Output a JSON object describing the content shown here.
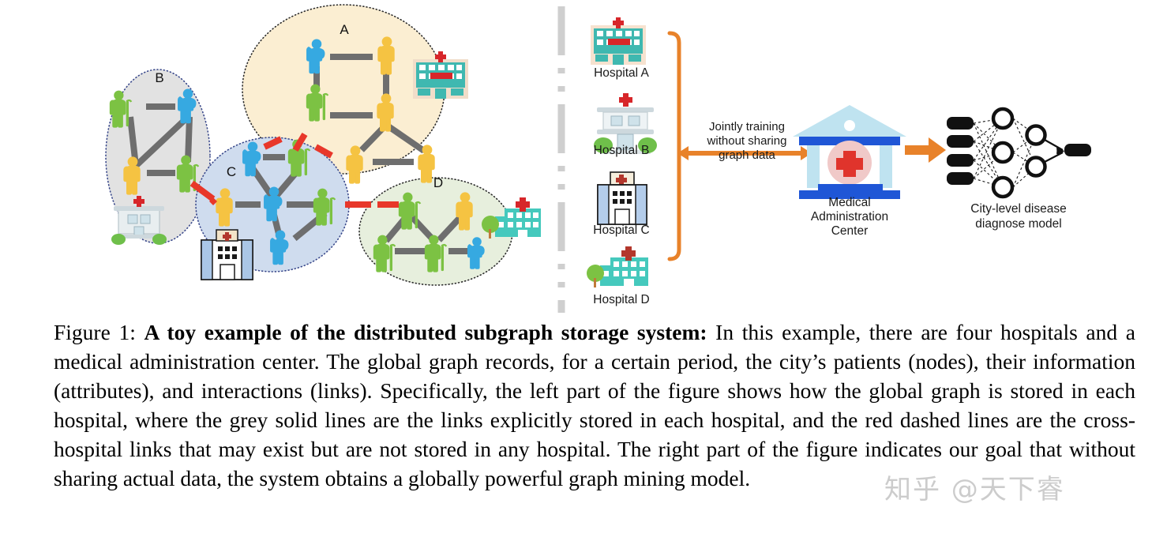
{
  "figure": {
    "caption_prefix": "Figure 1: ",
    "caption_bold": "A toy example of the distributed subgraph storage system:",
    "caption_body": " In this example, there are four hospitals and a medical administration center. The global graph records, for a certain period, the city’s patients (nodes), their information (attributes), and interactions (links). Specifically, the left part of the figure shows how the global graph is stored in each hospital, where the grey solid lines are the links explicitly stored in each hospital, and the red dashed lines are the cross-hospital links that may exist but are not stored in any hospital. The right part of the figure indicates our goal that without sharing actual data, the system obtains a globally powerful graph mining model."
  },
  "watermark": {
    "text": "知乎 @天下睿"
  },
  "left_panel": {
    "clusters": [
      {
        "id": "A",
        "label": "A",
        "fill": "#fbeed2",
        "stroke": "#2f2f2f"
      },
      {
        "id": "B",
        "label": "B",
        "fill": "#e0e0e0",
        "stroke": "#3b4a8c"
      },
      {
        "id": "C",
        "label": "C",
        "fill": "#cfdcee",
        "stroke": "#3b4a8c"
      },
      {
        "id": "D",
        "label": "D",
        "fill": "#e6efdc",
        "stroke": "#3b4a8c"
      }
    ],
    "legend_meaning": {
      "grey_solid_line": "intra-hospital link stored in hospital",
      "red_dashed_line": "cross-hospital link not stored anywhere"
    },
    "colors": {
      "grey_link": "#6e6e6e",
      "red_link": "#e8372a",
      "person_yellow": "#f5c342",
      "person_green": "#7cc243",
      "person_blue": "#36a9e1"
    }
  },
  "right_panel": {
    "hospitals": [
      {
        "name": "Hospital A",
        "icon": "hospital-building-icon",
        "color": "#3fb8b0"
      },
      {
        "name": "Hospital B",
        "icon": "hospital-building-icon",
        "color": "#b9d3d6"
      },
      {
        "name": "Hospital C",
        "icon": "hospital-building-icon",
        "color": "#9fc3e8"
      },
      {
        "name": "Hospital D",
        "icon": "hospital-building-icon",
        "color": "#45c9bd"
      }
    ],
    "arrow_label_line1": "Jointly training",
    "arrow_label_line2": "without sharing",
    "arrow_label_line3": "graph data",
    "center": {
      "icon": "bank-building-icon",
      "label_line1": "Medical",
      "label_line2": "Administration",
      "label_line3": "Center"
    },
    "model": {
      "icon": "neural-network-icon",
      "label_line1": "City-level disease",
      "label_line2": "diagnose model"
    },
    "accent_color": "#e8822a"
  }
}
